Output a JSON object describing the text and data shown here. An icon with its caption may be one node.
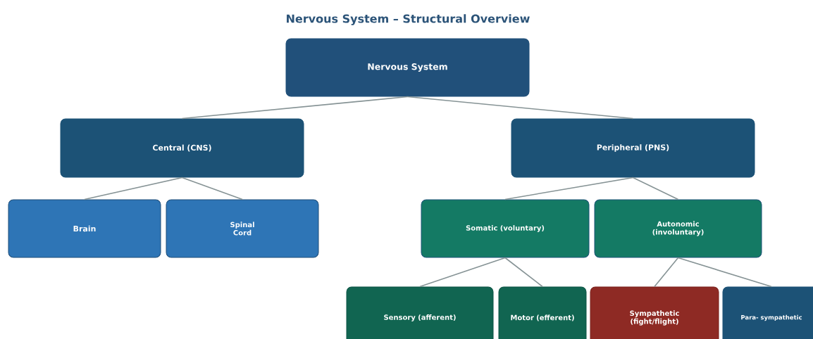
{
  "diagram": {
    "title": "Nervous System – Structural Overview",
    "nodes": [
      {
        "text": [
          "Nervous System"
        ]
      },
      {
        "text": [
          "Central (CNS)"
        ]
      },
      {
        "text": [
          "Peripheral (PNS)"
        ]
      },
      {
        "text": [
          "Brain"
        ]
      },
      {
        "text": [
          "Spinal Cord"
        ]
      },
      {
        "text": [
          "Somatic (voluntary)"
        ]
      },
      {
        "text": [
          "Autonomic (involuntary)"
        ]
      },
      {
        "text": [
          "Sensory (afferent)"
        ]
      },
      {
        "text": [
          "Motor (efferent)"
        ]
      },
      {
        "text": [
          "Sympathetic (fight/flight)"
        ]
      },
      {
        "text": [
          "Para- sympathetic"
        ]
      }
    ],
    "edges": [
      {
        "from": 0,
        "to": 1,
        "arrow": "none"
      },
      {
        "from": 0,
        "to": 2,
        "arrow": "none"
      },
      {
        "from": 1,
        "to": 3,
        "arrow": "none"
      },
      {
        "from": 1,
        "to": 4,
        "arrow": "none"
      },
      {
        "from": 2,
        "to": 5,
        "arrow": "none"
      },
      {
        "from": 2,
        "to": 6,
        "arrow": "none"
      },
      {
        "from": 5,
        "to": 7,
        "arrow": "none"
      },
      {
        "from": 5,
        "to": 8,
        "arrow": "none"
      },
      {
        "from": 6,
        "to": 9,
        "arrow": "none"
      },
      {
        "from": 6,
        "to": 10,
        "arrow": "none"
      }
    ]
  }
}
